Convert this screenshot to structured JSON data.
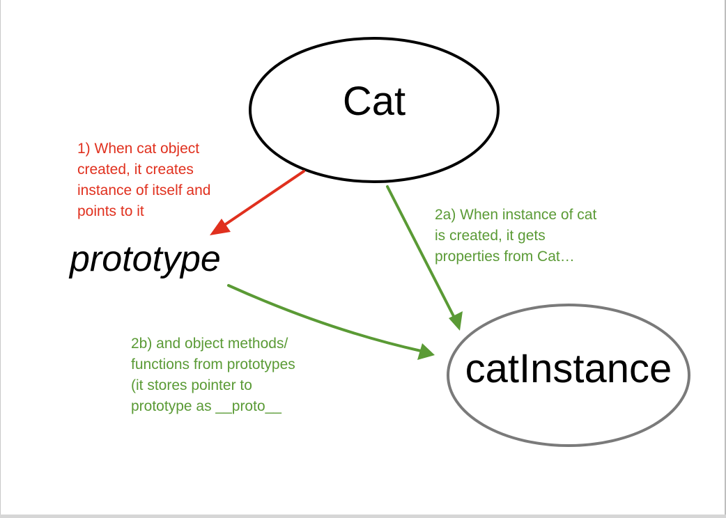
{
  "diagram": {
    "nodes": {
      "cat": {
        "label": "Cat"
      },
      "prototype": {
        "label": "prototype"
      },
      "cat_instance": {
        "label": "catInstance"
      }
    },
    "annotations": {
      "step1": {
        "lines": [
          "1) When cat object",
          "created, it creates",
          "instance of itself and",
          "points to it"
        ]
      },
      "step2a": {
        "lines": [
          "2a) When instance of cat",
          "is created, it gets",
          "properties from Cat…"
        ]
      },
      "step2b": {
        "lines": [
          "2b) and object methods/",
          "functions from prototypes",
          "(it stores pointer to",
          "prototype as __proto__"
        ]
      }
    },
    "edges": [
      {
        "from": "cat",
        "to": "prototype",
        "annotation": "step1"
      },
      {
        "from": "cat",
        "to": "cat_instance",
        "annotation": "step2a"
      },
      {
        "from": "prototype",
        "to": "cat_instance",
        "annotation": "step2b"
      }
    ],
    "colors": {
      "red_arrow": "#e0301e",
      "green_arrow": "#5a9a35",
      "cat_outline": "#000000",
      "instance_outline": "#7a7a7a"
    }
  }
}
